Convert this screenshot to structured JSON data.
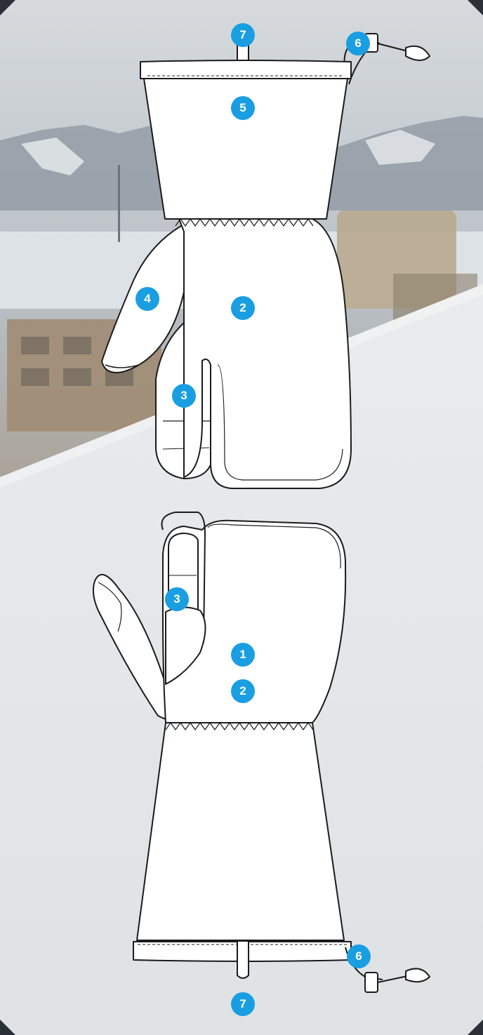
{
  "colors": {
    "badge": "#1a9ee2",
    "badge_text": "#ffffff",
    "outline": "#1b1b1b",
    "glove_fill": "#ffffff",
    "snow_panel": "#eceeef",
    "photo_sky": "#c7ccd1"
  },
  "callouts": {
    "back": {
      "strap": "7",
      "drawcord": "6",
      "cuff": "5",
      "thumb": "4",
      "shell": "2",
      "index_finger": "3"
    },
    "palm": {
      "index_finger": "3",
      "palm_upper": "1",
      "palm_lower": "2",
      "drawcord": "6",
      "strap": "7"
    }
  }
}
